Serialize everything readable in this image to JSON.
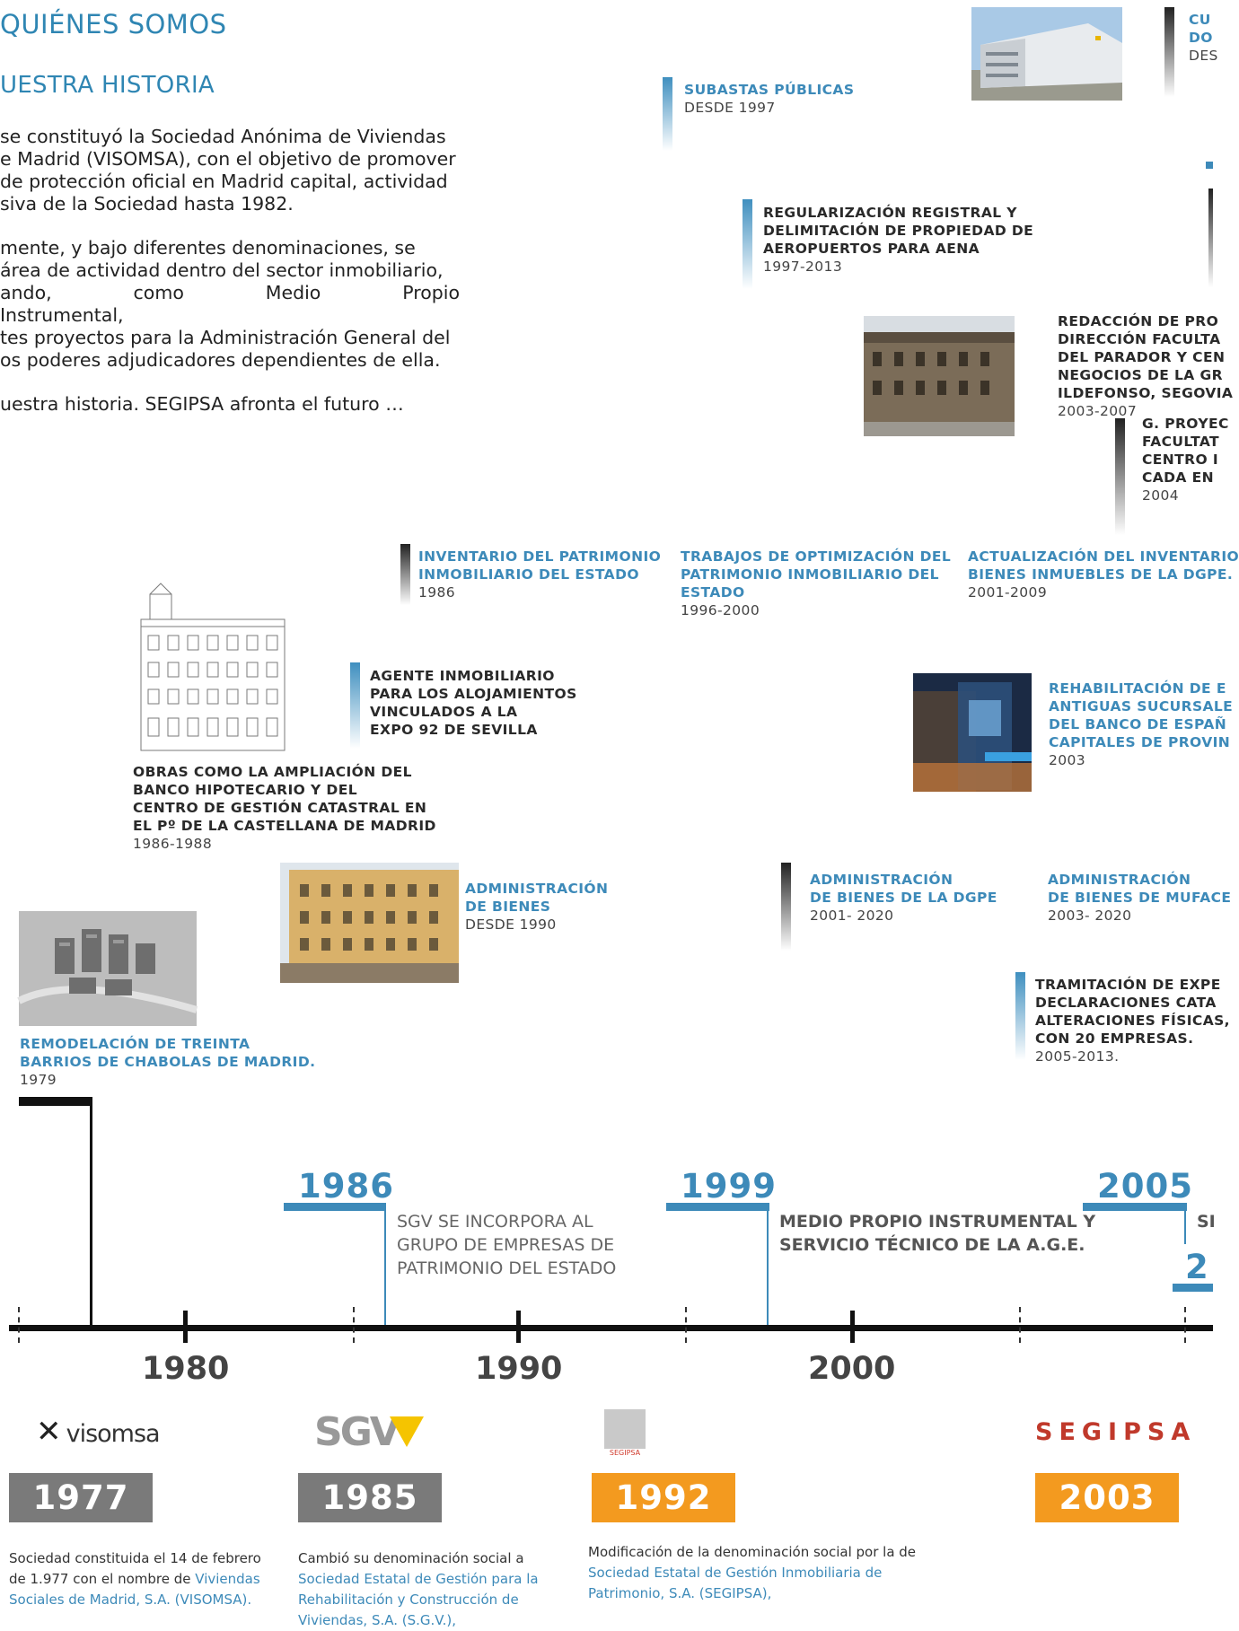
{
  "header": {
    "title": "QUIÉNES SOMOS",
    "subtitle": "UESTRA HISTORIA"
  },
  "intro": {
    "p1": [
      "se constituyó la Sociedad Anónima de Viviendas",
      "e Madrid (VISOMSA), con el objetivo de promover",
      "de protección oficial en Madrid capital, actividad",
      "siva de la Sociedad hasta 1982."
    ],
    "p2": [
      "mente, y bajo diferentes denominaciones, se",
      " área de actividad dentro del sector inmobiliario,",
      "ando, como Medio Propio Instrumental,",
      "tes proyectos para la Administración General del",
      "os poderes adjudicadores dependientes de ella."
    ],
    "p3": "uestra historia. SEGIPSA afronta el futuro …"
  },
  "events": {
    "cus": {
      "lines": [
        "CU",
        "DO",
        "DES"
      ]
    },
    "subastas": {
      "title": "SUBASTAS PÚBLICAS",
      "date": "DESDE 1997"
    },
    "aena": {
      "lines": [
        "REGULARIZACIÓN REGISTRAL Y",
        "DELIMITACIÓN DE PROPIEDAD DE",
        "AEROPUERTOS PARA AENA"
      ],
      "date": "1997-2013"
    },
    "parador": {
      "lines": [
        "REDACCIÓN DE PRO",
        "DIRECCIÓN FACULTA",
        "DEL PARADOR Y CEN",
        "NEGOCIOS DE LA GR",
        "ILDEFONSO, SEGOVIA"
      ],
      "date": "2003-2007"
    },
    "gproy": {
      "lines": [
        "G. PROYEC",
        "FACULTAT",
        "CENTRO I",
        "CADA EN"
      ],
      "date": "2004"
    },
    "inventario": {
      "lines": [
        "INVENTARIO DEL PATRIMONIO",
        "INMOBILIARIO DEL ESTADO"
      ],
      "date": "1986"
    },
    "optimizacion": {
      "lines": [
        "TRABAJOS DE OPTIMIZACIÓN DEL",
        "PATRIMONIO INMOBILIARIO DEL",
        "ESTADO"
      ],
      "date": "1996-2000"
    },
    "actualizacion": {
      "lines": [
        "ACTUALIZACIÓN DEL INVENTARIO",
        "BIENES INMUEBLES DE LA DGPE."
      ],
      "date": "2001-2009"
    },
    "agente": {
      "lines": [
        "AGENTE INMOBILIARIO",
        "PARA LOS ALOJAMIENTOS",
        "VINCULADOS A LA",
        "EXPO 92 DE SEVILLA"
      ]
    },
    "rehabilitacion": {
      "lines": [
        "REHABILITACIÓN DE E",
        "ANTIGUAS SUCURSALE",
        "DEL BANCO DE ESPAÑ",
        "CAPITALES DE PROVIN"
      ],
      "date": "2003"
    },
    "obras": {
      "lines": [
        "OBRAS COMO LA AMPLIACIÓN DEL",
        "BANCO HIPOTECARIO Y DEL",
        "CENTRO DE GESTIÓN CATASTRAL EN",
        "EL Pº DE LA CASTELLANA DE MADRID"
      ],
      "date": "1986-1988"
    },
    "admin_bienes": {
      "lines": [
        "ADMINISTRACIÓN",
        "DE BIENES"
      ],
      "date": "DESDE 1990"
    },
    "admin_dgpe": {
      "lines": [
        "ADMINISTRACIÓN",
        "DE BIENES DE LA DGPE"
      ],
      "date": "2001- 2020"
    },
    "admin_mufac": {
      "lines": [
        "ADMINISTRACIÓN",
        "DE BIENES DE MUFACE"
      ],
      "date": "2003- 2020"
    },
    "tramitacion": {
      "lines": [
        "TRAMITACIÓN DE EXPE",
        "DECLARACIONES CATA",
        "ALTERACIONES FÍSICAS,",
        "CON 20 EMPRESAS."
      ],
      "date": "2005-2013."
    },
    "remodelacion": {
      "lines": [
        "REMODELACIÓN DE TREINTA",
        "BARRIOS DE CHABOLAS DE MADRID."
      ],
      "date": "1979"
    }
  },
  "milestones": {
    "m1986": {
      "year": "1986",
      "lines": [
        "SGV SE INCORPORA AL",
        "GRUPO DE EMPRESAS DE",
        "PATRIMONIO DEL ESTADO"
      ]
    },
    "m1999": {
      "year": "1999",
      "lines": [
        "MEDIO PROPIO INSTRUMENTAL Y",
        "SERVICIO TÉCNICO DE LA A.G.E."
      ]
    },
    "m2005": {
      "year": "2005",
      "extra": "SI",
      "extra_year": "2"
    }
  },
  "axis": {
    "labels": [
      "1980",
      "1990",
      "2000"
    ]
  },
  "logos": {
    "visomsa": "visomsa",
    "sgv": "SGV",
    "segipsa_small": "SEGIPSA",
    "segipsa": "SEGIPSA"
  },
  "year_boxes": [
    {
      "year": "1977",
      "color": "#7a7a7a"
    },
    {
      "year": "1985",
      "color": "#7a7a7a"
    },
    {
      "year": "1992",
      "color": "#f39a1f"
    },
    {
      "year": "2003",
      "color": "#f39a1f"
    }
  ],
  "footnotes": {
    "f1977": {
      "l1": "Sociedad constituida el 14 de febrero",
      "l2a": "de 1.977 con el nombre de ",
      "l2b": "Viviendas",
      "l3a": "Sociales de Madrid, S.A. (VISOMSA)."
    },
    "f1985": {
      "l1": "Cambió su denominación social a",
      "l2": "Sociedad Estatal de Gestión para la",
      "l3": "Rehabilitación y Construcción de",
      "l4": "Viviendas, S.A. (S.G.V.),"
    },
    "f1992": {
      "l1": "Modificación de la denominación social por la de",
      "l2": "Sociedad Estatal de Gestión Inmobiliaria de",
      "l3": "Patrimonio, S.A. (SEGIPSA),"
    }
  }
}
